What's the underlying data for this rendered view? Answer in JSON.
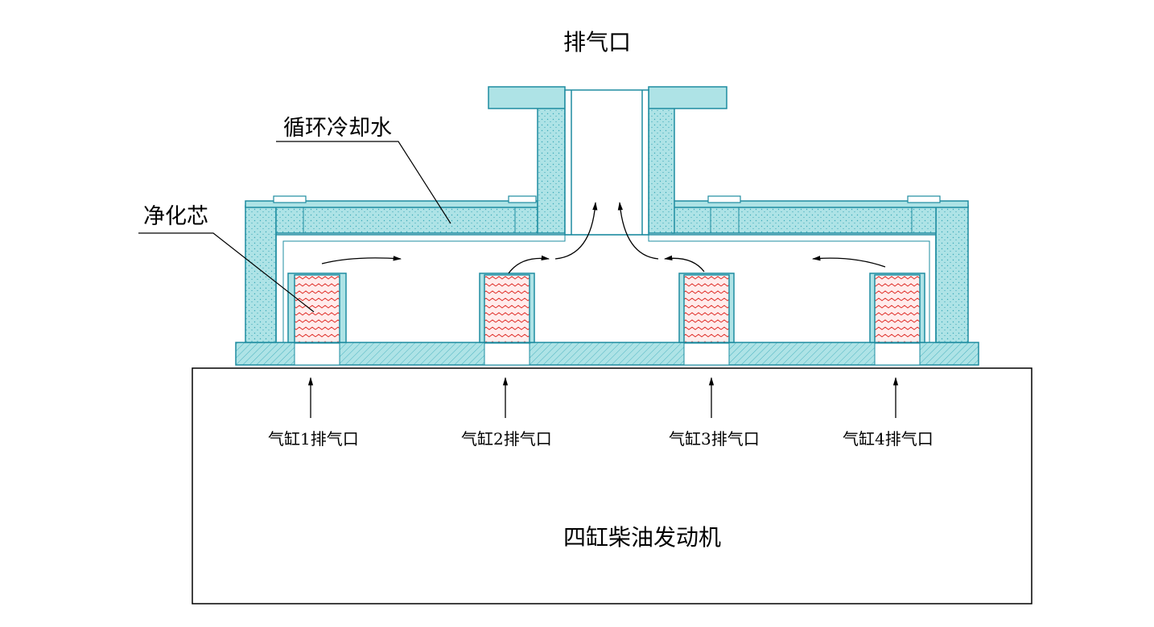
{
  "labels": {
    "outlet": "排气口",
    "cooling_water": "循环冷却水",
    "filter_core": "净化芯",
    "engine": "四缸柴油发动机",
    "cylinders": [
      "气缸1排气口",
      "气缸2排气口",
      "气缸3排气口",
      "气缸4排气口"
    ]
  },
  "colors": {
    "wall_fill": "#aee3e6",
    "wall_stroke": "#1e8ca0",
    "core_fill": "#ffecec",
    "core_zigzag": "#e0302a",
    "line": "#000000"
  }
}
